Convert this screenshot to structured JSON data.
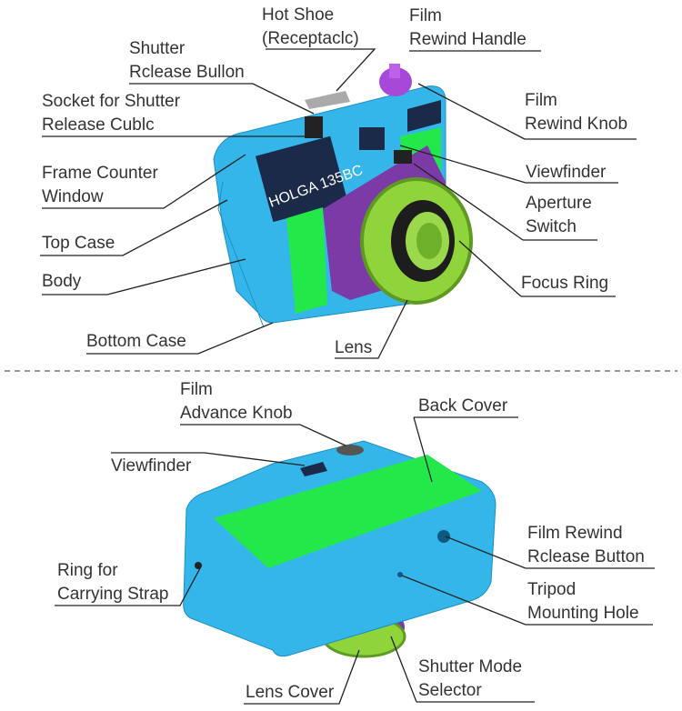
{
  "top_labels": {
    "hot_shoe": [
      "Hot Shoe",
      "(Receptaclc)"
    ],
    "film_rewind_handle": [
      "Film",
      "Rewind Handle"
    ],
    "shutter_release_button": [
      "Shutter",
      "Rclease Bullon"
    ],
    "socket": [
      "Socket for Shutter",
      "Release Cublc"
    ],
    "film_rewind_knob": [
      "Film",
      "Rewind Knob"
    ],
    "frame_counter": [
      "Frame Counter",
      "Window"
    ],
    "viewfinder": "Viewfinder",
    "aperture_switch": [
      "Aperture",
      "Switch"
    ],
    "top_case": "Top Case",
    "body": "Body",
    "focus_ring": "Focus Ring",
    "bottom_case": "Bottom Case",
    "lens": "Lens"
  },
  "bottom_labels": {
    "film_advance_knob": [
      "Film",
      "Advance Knob"
    ],
    "back_cover": "Back Cover",
    "viewfinder": "Viewfinder",
    "film_rewind_release": [
      "Film Rewind",
      "Rclease Button"
    ],
    "strap_ring": [
      "Ring for",
      "Carrying Strap"
    ],
    "tripod_hole": [
      "Tripod",
      "Mounting Hole"
    ],
    "shutter_mode": [
      "Shutter Mode",
      "Selector"
    ],
    "lens_cover": "Lens Cover"
  },
  "brand": "HOLGA 135BC",
  "colors": {
    "body": "#35b6ea",
    "green": "#22e84a",
    "purple": "#7b3aa6",
    "lime": "#8fd43a"
  }
}
